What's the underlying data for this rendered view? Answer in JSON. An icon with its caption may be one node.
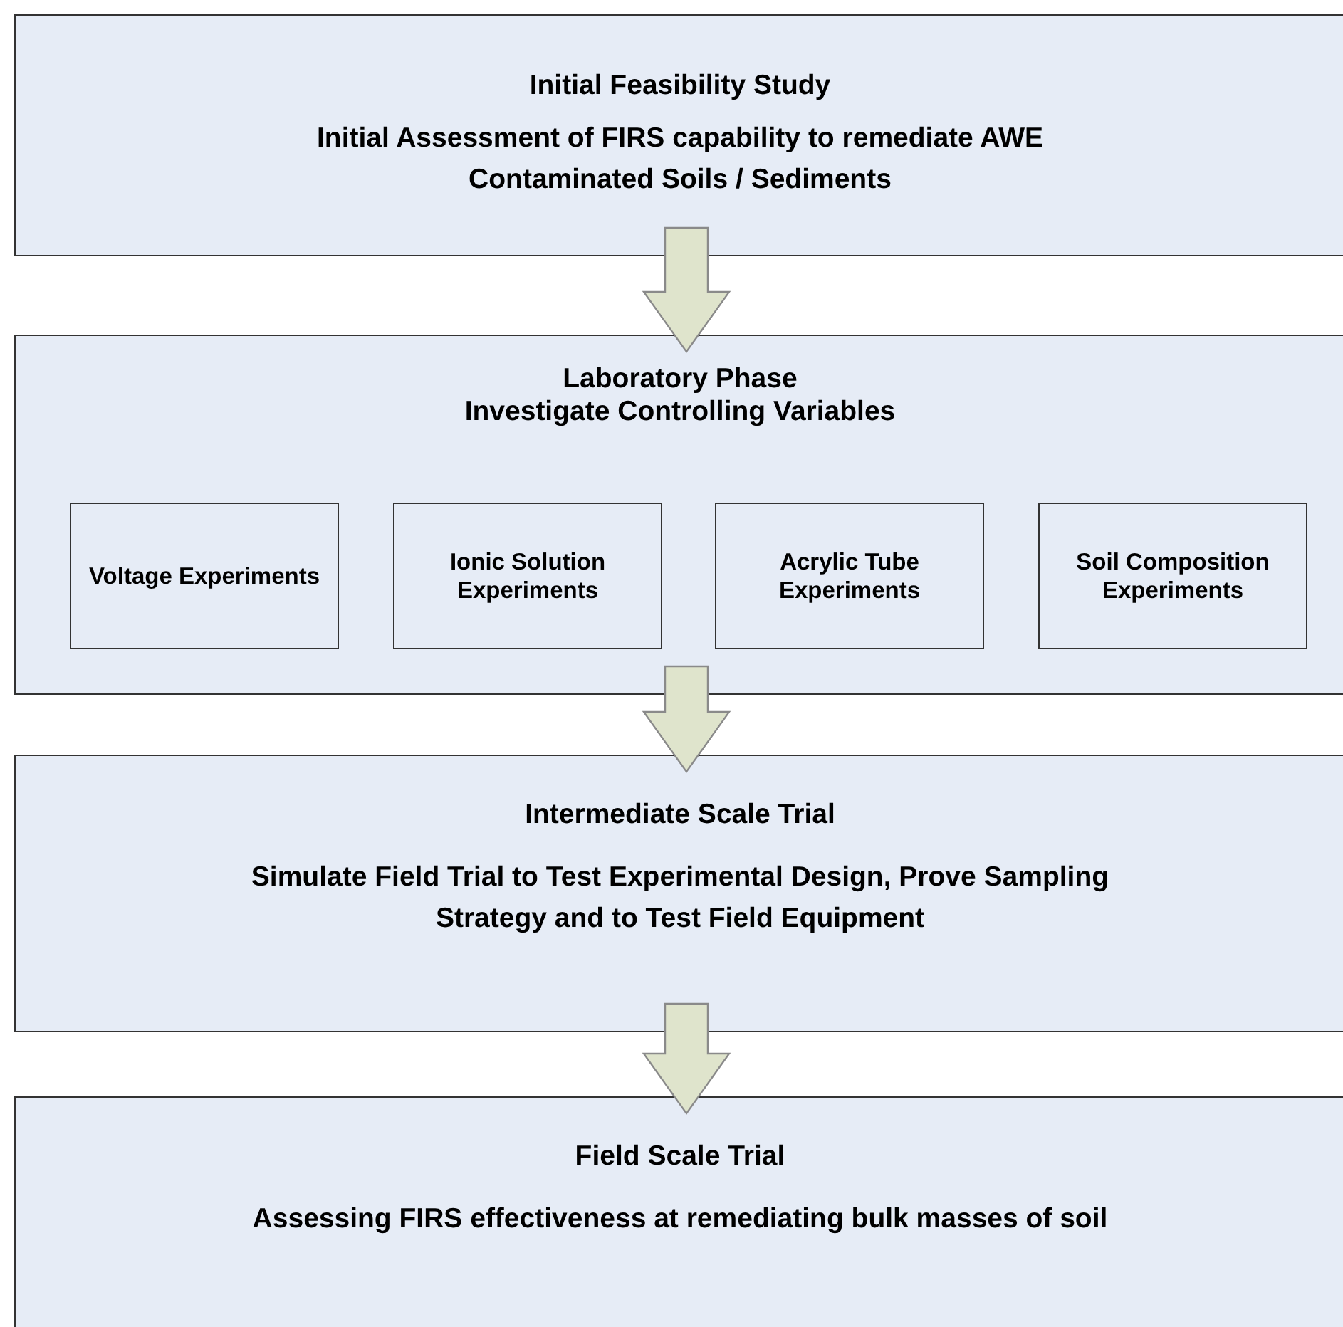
{
  "diagram": {
    "nodes": [
      {
        "text": [
          "Initial Feasibility Study",
          "Initial Assessment of FIRS capability to remediate AWE Contaminated Soils / Sediments"
        ]
      },
      {
        "text": [
          "Laboratory Phase",
          "Investigate Controlling Variables"
        ]
      },
      {
        "text": [
          "Voltage Experiments"
        ],
        "in": 1
      },
      {
        "text": [
          "Ionic Solution Experiments"
        ],
        "in": 1
      },
      {
        "text": [
          "Acrylic Tube Experiments"
        ],
        "in": 1
      },
      {
        "text": [
          "Soil Composition Experiments"
        ],
        "in": 1
      },
      {
        "text": [
          "Intermediate Scale Trial",
          "Simulate Field Trial to Test Experimental Design, Prove Sampling Strategy and to Test Field Equipment"
        ]
      },
      {
        "text": [
          "Field Scale Trial",
          "Assessing FIRS effectiveness at remediating bulk masses of soil"
        ]
      }
    ],
    "edges": [
      {
        "from": 0,
        "to": 1,
        "arrow": "to"
      },
      {
        "from": 1,
        "to": 6,
        "arrow": "to"
      },
      {
        "from": 6,
        "to": 7,
        "arrow": "to"
      }
    ]
  }
}
